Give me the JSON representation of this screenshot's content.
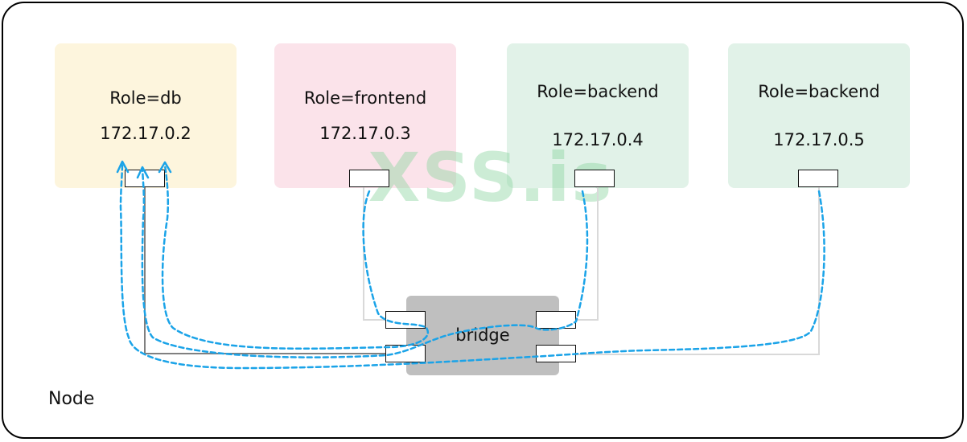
{
  "pods": [
    {
      "role": "Role=db",
      "ip": "172.17.0.2",
      "bg": "#fdf5dd"
    },
    {
      "role": "Role=frontend",
      "ip": "172.17.0.3",
      "bg": "#fbe3ea"
    },
    {
      "role": "Role=backend",
      "ip": "172.17.0.4",
      "bg": "#e1f2e8"
    },
    {
      "role": "Role=backend",
      "ip": "172.17.0.5",
      "bg": "#e1f2e8"
    }
  ],
  "bridge": {
    "label": "bridge"
  },
  "node": {
    "label": "Node"
  },
  "watermark": "XSS.is",
  "colors": {
    "flow": "#1aa3e8",
    "wire_dark": "#808080",
    "wire_light": "#d9d9d9",
    "bridge": "#bfbfbf"
  }
}
